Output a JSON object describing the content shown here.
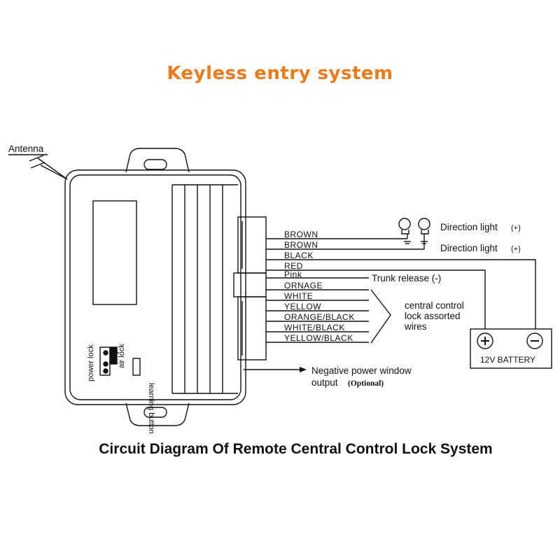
{
  "title": "Keyless entry system",
  "caption": "Circuit  Diagram  Of Remote Central Control Lock System",
  "labels": {
    "antenna": "Antenna",
    "direction_light_1": "Direction light",
    "direction_light_2": "Direction light",
    "direction_sign": "(+)",
    "trunk_release": "Trunk release (-)",
    "central_line1": "central control",
    "central_line2": "lock assorted",
    "central_line3": "wires",
    "battery": "12V BATTERY",
    "battery_plus": "+",
    "battery_minus": "−",
    "negative_line1": "Negative power window",
    "negative_line2": "output",
    "optional": "(Optional)",
    "power_lock": "power lock",
    "air_lock": "air lock",
    "learning_button": "learning button"
  },
  "wires": [
    "BROWN",
    "BROWN",
    "BLACK",
    "RED",
    "Pink",
    "ORNAGE",
    "WHITE",
    "YELLOW",
    "ORANGE/BLACK",
    "WHITE/BLACK",
    "YELLOW/BLACK"
  ],
  "colors": {
    "title": "#f07a1a",
    "ink": "#111111"
  }
}
